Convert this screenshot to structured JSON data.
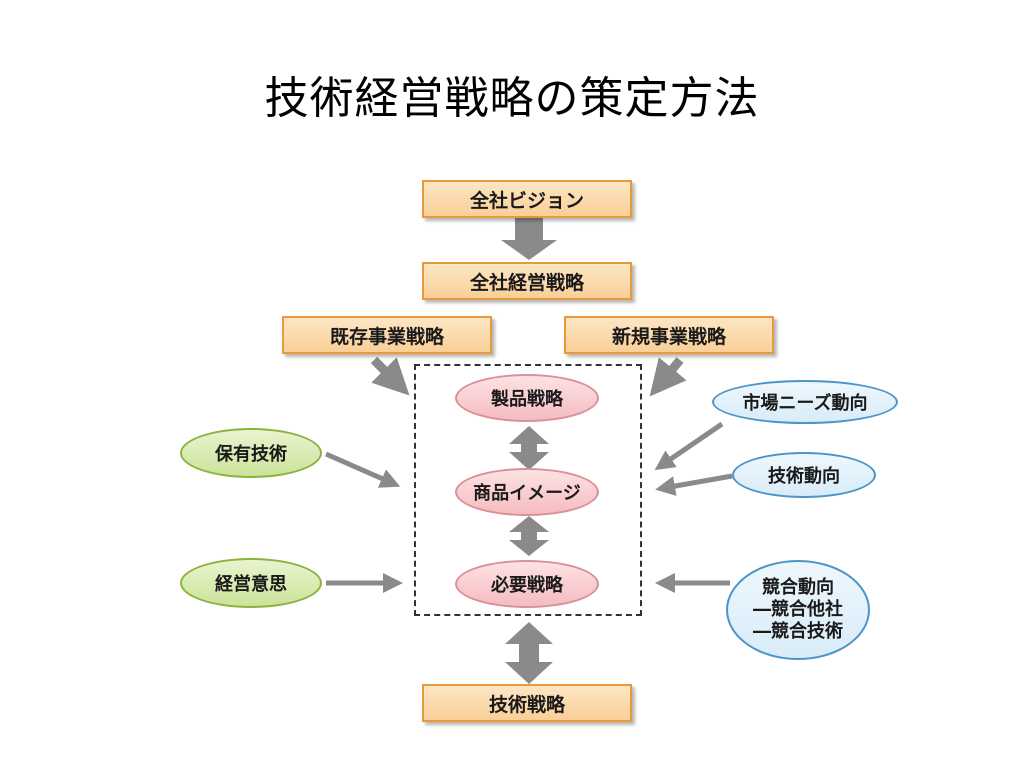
{
  "title": "技術経営戦略の策定方法",
  "nodes": {
    "company_vision": "全社ビジョン",
    "company_strategy": "全社経営戦略",
    "existing_business": "既存事業戦略",
    "new_business": "新規事業戦略",
    "product_strategy": "製品戦略",
    "product_image": "商品イメージ",
    "required_strategy": "必要戦略",
    "technology_strategy": "技術戦略",
    "owned_technology": "保有技術",
    "management_intent": "経営意思",
    "market_needs": "市場ニーズ動向",
    "tech_trends": "技術動向",
    "competition": {
      "line1": "競合動向",
      "line2": "―競合他社",
      "line3": "―競合技術"
    }
  },
  "colors": {
    "orange_fill": "#f9cf96",
    "orange_border": "#e79a3a",
    "pink_fill": "#f5bcc1",
    "green_fill": "#cbe39a",
    "blue_border": "#4a94c7",
    "arrow": "#8a8a8a"
  }
}
